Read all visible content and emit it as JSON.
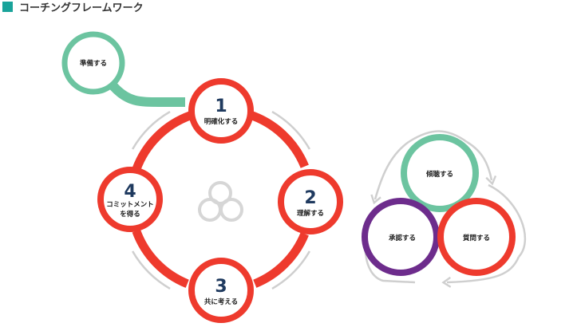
{
  "header": {
    "title": "コーチングフレームワーク",
    "accent_color": "#19a39a"
  },
  "colors": {
    "red": "#ee3a2d",
    "green": "#6cc4a0",
    "purple": "#6d2c8c",
    "gray": "#cfcfcf",
    "number": "#1f3a5f"
  },
  "prepare": {
    "label": "準備する"
  },
  "cycle": [
    {
      "num": "1",
      "label_lines": [
        "明確化する"
      ]
    },
    {
      "num": "2",
      "label_lines": [
        "理解する"
      ]
    },
    {
      "num": "3",
      "label_lines": [
        "共に考える"
      ]
    },
    {
      "num": "4",
      "label_lines": [
        "コミットメント",
        "を得る"
      ]
    }
  ],
  "center_icon": "three-circles-icon",
  "triad": {
    "top": "傾聴する",
    "right": "質問する",
    "left": "承認する"
  }
}
